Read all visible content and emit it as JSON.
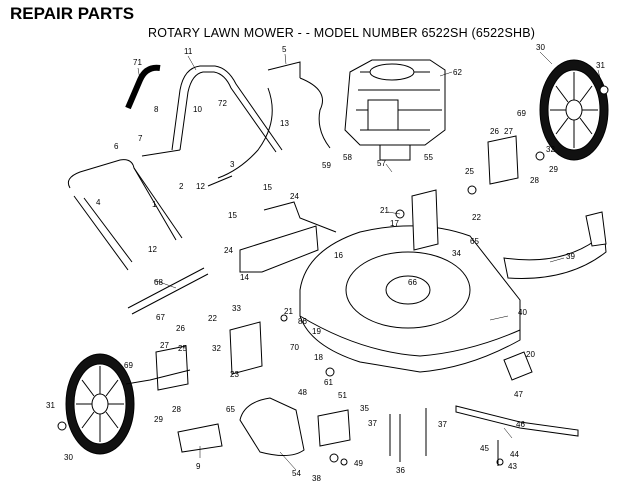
{
  "header": {
    "title": "REPAIR PARTS",
    "subtitle": "ROTARY LAWN MOWER - - MODEL NUMBER 6522SH (6522SHB)"
  },
  "colors": {
    "ink": "#000000",
    "paper": "#ffffff"
  },
  "callouts": [
    "71",
    "11",
    "5",
    "62",
    "30",
    "31",
    "8",
    "10",
    "72",
    "13",
    "69",
    "6",
    "7",
    "26",
    "27",
    "3",
    "59",
    "58",
    "57",
    "55",
    "32",
    "2",
    "12",
    "25",
    "28",
    "29",
    "1",
    "4",
    "15",
    "24",
    "21",
    "17",
    "22",
    "15",
    "24",
    "65",
    "12",
    "16",
    "14",
    "34",
    "39",
    "68",
    "66",
    "67",
    "33",
    "22",
    "21",
    "86",
    "40",
    "26",
    "19",
    "70",
    "18",
    "27",
    "25",
    "32",
    "20",
    "69",
    "23",
    "61",
    "31",
    "28",
    "65",
    "48",
    "51",
    "47",
    "29",
    "35",
    "46",
    "9",
    "37",
    "37",
    "30",
    "54",
    "49",
    "45",
    "44",
    "36",
    "38",
    "43"
  ]
}
